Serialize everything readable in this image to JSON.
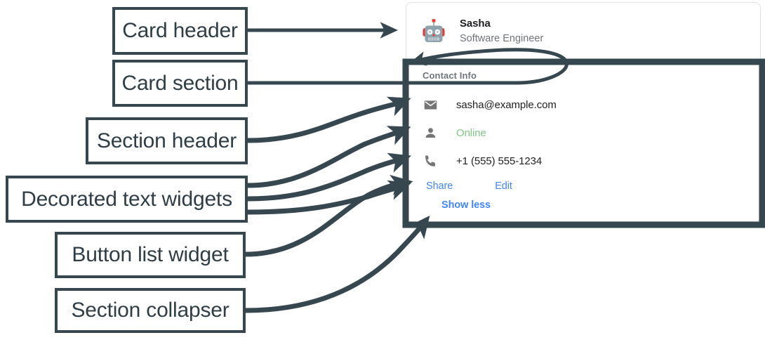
{
  "annotations": {
    "labels": [
      {
        "id": "card-header",
        "text": "Card header"
      },
      {
        "id": "card-section",
        "text": "Card section"
      },
      {
        "id": "section-header",
        "text": "Section header"
      },
      {
        "id": "decorated-text",
        "text": "Decorated text widgets"
      },
      {
        "id": "button-list",
        "text": "Button list widget"
      },
      {
        "id": "section-collapser",
        "text": "Section collapser"
      }
    ],
    "ink_color": "#37474f",
    "text_color": "#2f3e46"
  },
  "card": {
    "header": {
      "avatar_icon": "robot-avatar-icon",
      "name": "Sasha",
      "subtitle": "Software Engineer"
    },
    "section": {
      "header": "Contact Info",
      "rows": [
        {
          "icon": "email-icon",
          "text": "sasha@example.com",
          "color": "#202124"
        },
        {
          "icon": "person-icon",
          "text": "Online",
          "color": "#81c784"
        },
        {
          "icon": "phone-icon",
          "text": "+1 (555) 555-1234",
          "color": "#202124"
        }
      ],
      "buttons": [
        {
          "label": "Share"
        },
        {
          "label": "Edit"
        }
      ],
      "collapser": {
        "label": "Show less"
      }
    }
  },
  "colors": {
    "link_blue": "#4285f4",
    "online_green": "#81c784",
    "muted_gray": "#70757a",
    "icon_gray": "#757575",
    "text_dark": "#202124",
    "card_border": "#dfe1e5"
  }
}
